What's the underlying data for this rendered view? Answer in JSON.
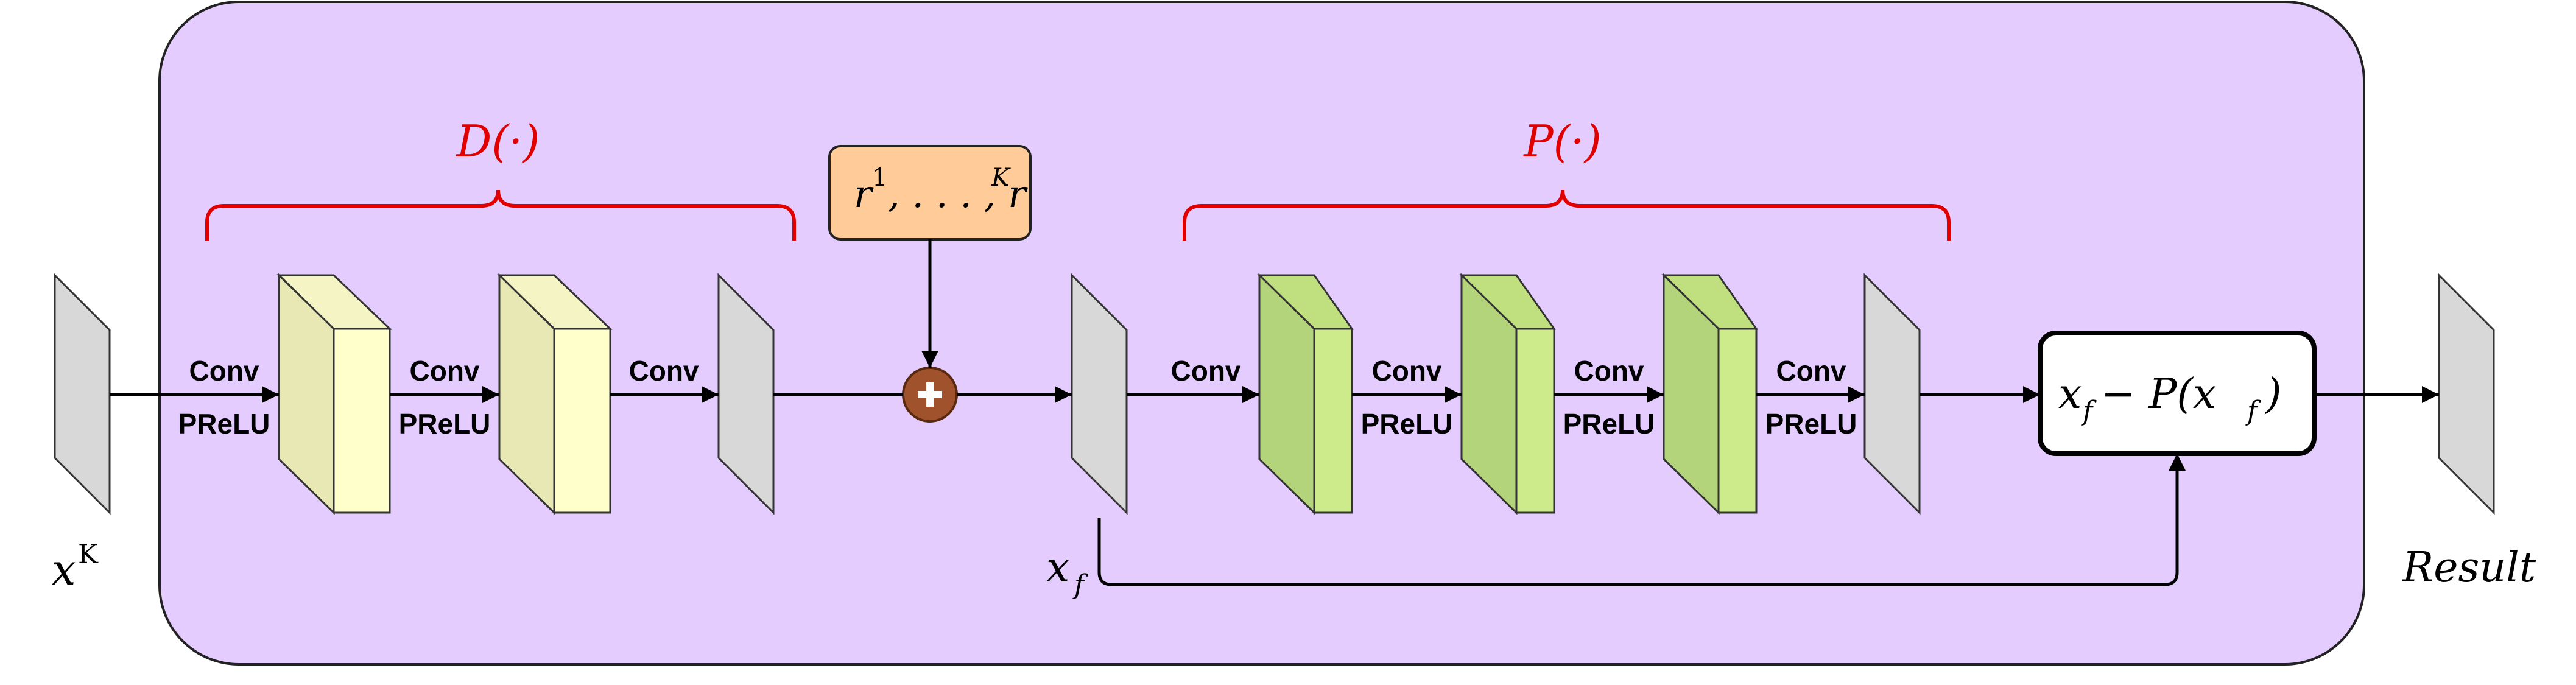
{
  "colors": {
    "panel_fill": "#e5ccff",
    "panel_stroke": "#222222",
    "feature_map_fill": "#d8d8d8",
    "yellow_block_front": "#ffffcc",
    "yellow_block_side": "#e8e8b4",
    "green_block_front": "#cdeb8b",
    "green_block_side": "#b3d47a",
    "residual_box_fill": "#ffcc99",
    "plus_node_fill": "#a0522d",
    "brace_color": "#e00000"
  },
  "labels": {
    "input": "x",
    "input_sup": "K",
    "output": "Result",
    "xf": "x",
    "xf_sub": "f",
    "brace_d": "D(·)",
    "brace_p": "P(·)",
    "residual_main": "r",
    "residual_sup1": "1",
    "residual_mid": ", . . . , r",
    "residual_supk": "K",
    "sub_box_a": "x",
    "sub_box_a_sub": "f",
    "sub_box_b": " − P(x",
    "sub_box_b_sub": "f",
    "sub_box_c": ")",
    "plus_symbol": "+"
  },
  "edges": [
    {
      "id": "edge-input-to-block1",
      "top": "Conv",
      "bottom": "PReLU"
    },
    {
      "id": "edge-block1-to-block2",
      "top": "Conv",
      "bottom": "PReLU"
    },
    {
      "id": "edge-block2-to-map",
      "top": "Conv",
      "bottom": ""
    },
    {
      "id": "edge-xf-to-green1",
      "top": "Conv",
      "bottom": ""
    },
    {
      "id": "edge-green1-to-green2",
      "top": "Conv",
      "bottom": "PReLU"
    },
    {
      "id": "edge-green2-to-green3",
      "top": "Conv",
      "bottom": "PReLU"
    },
    {
      "id": "edge-green3-to-map",
      "top": "Conv",
      "bottom": "PReLU"
    }
  ]
}
